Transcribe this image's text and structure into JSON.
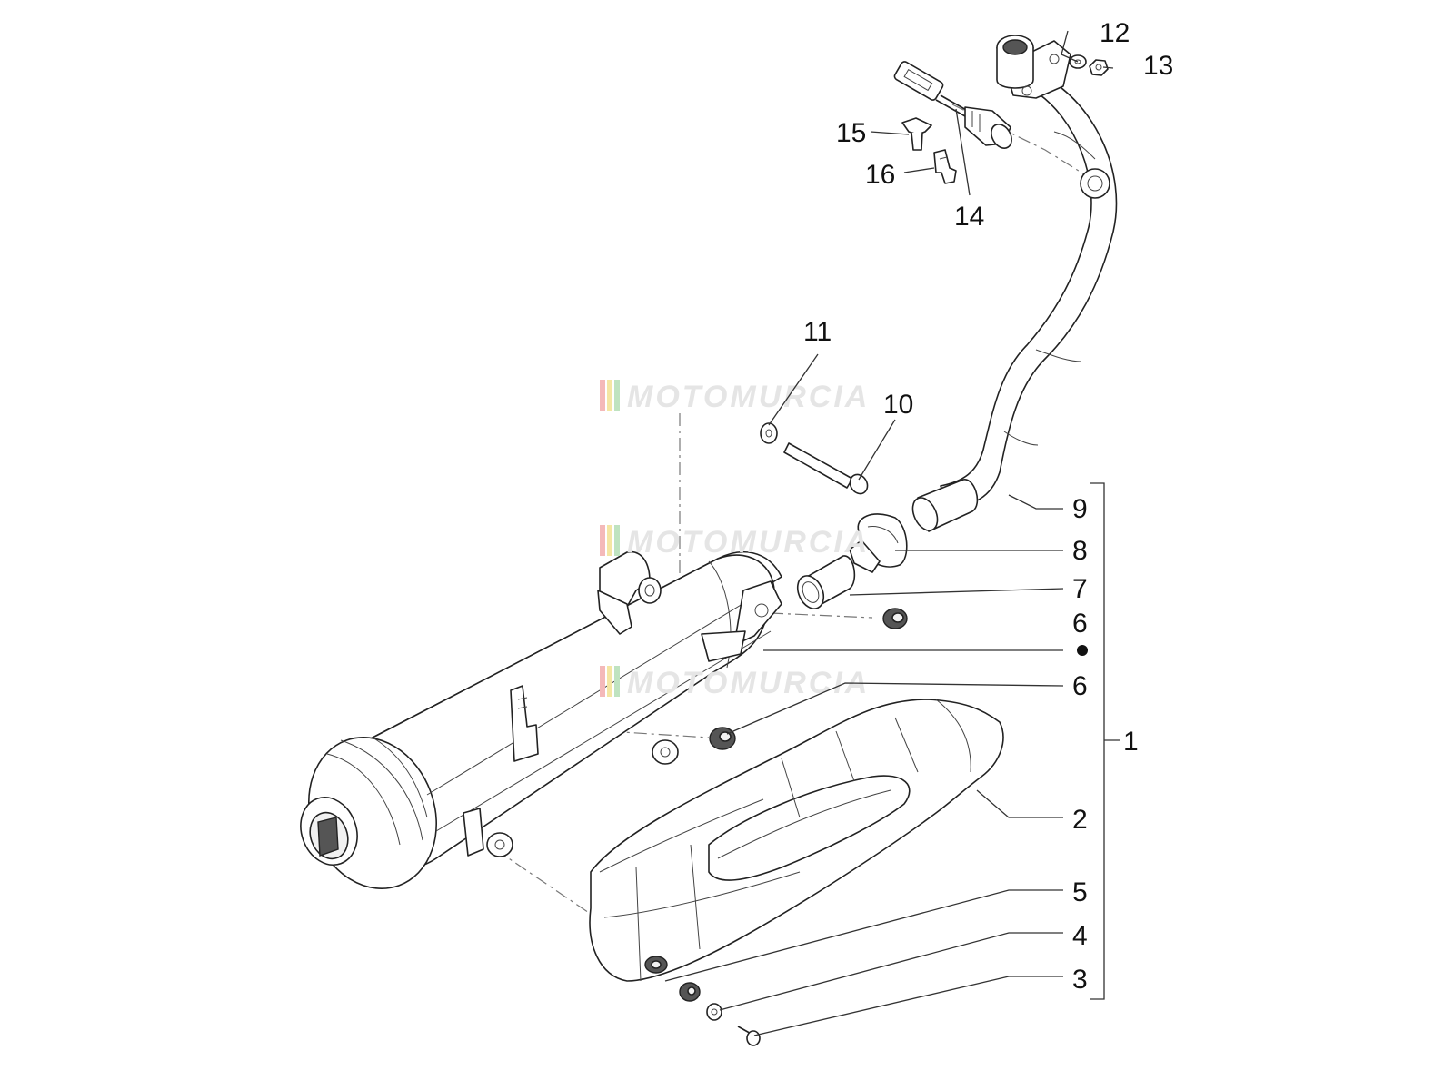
{
  "labels": {
    "n1": "1",
    "n2": "2",
    "n3": "3",
    "n4": "4",
    "n5": "5",
    "n6a": "6",
    "n6b": "6",
    "n7": "7",
    "n8": "8",
    "n9": "9",
    "n10": "10",
    "n11": "11",
    "n12": "12",
    "n13": "13",
    "n14": "14",
    "n15": "15",
    "n16": "16"
  },
  "watermark": "MOTOMURCIA",
  "watermark_stripe_colors": [
    "#f4b9b9",
    "#f4e6a3",
    "#bfe3c0"
  ]
}
